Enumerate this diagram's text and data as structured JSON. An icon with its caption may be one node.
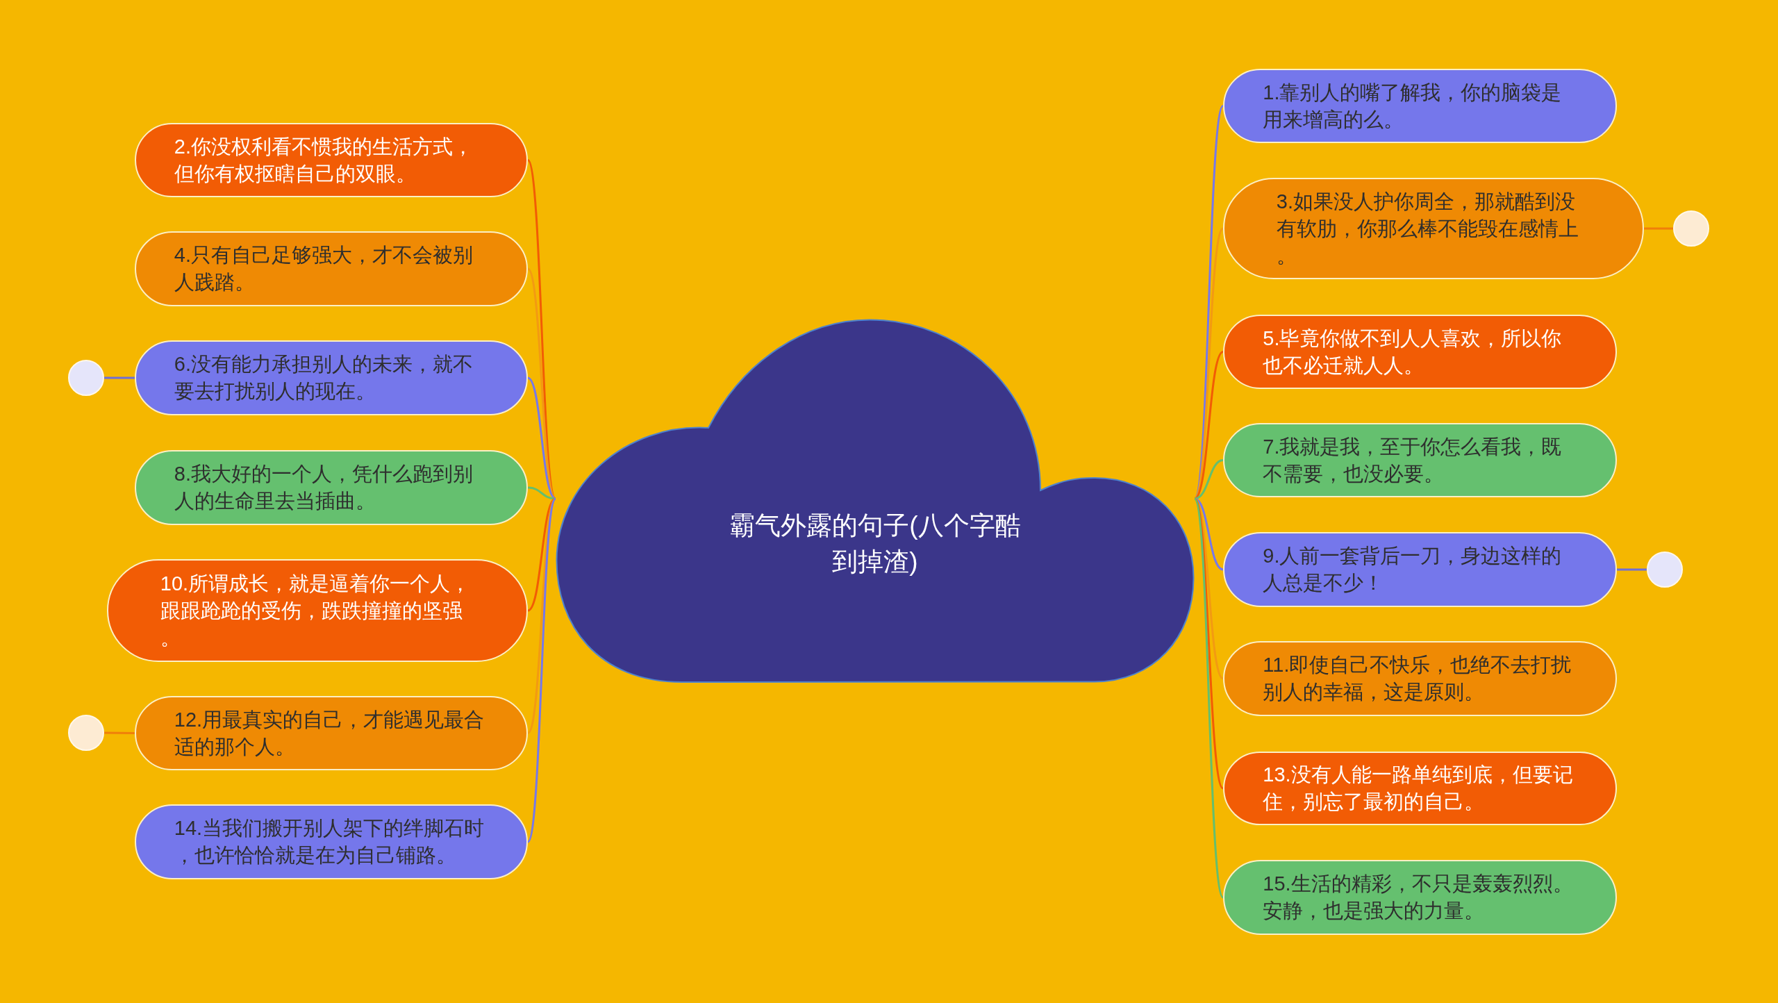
{
  "diagram": {
    "nodes": [
      {
        "text": [
          "霸气外露的句子(八个字酷到掉渣)"
        ]
      },
      {
        "text": [
          "1.靠别人的嘴了解我，你的脑袋是用来增高的么。"
        ]
      },
      {
        "text": [
          "2.你没权利看不惯我的生活方式，但你有权抠瞎自己的双眼。"
        ]
      },
      {
        "text": [
          "3.如果没人护你周全，那就酷到没有软肋，你那么棒不能毁在感情上。"
        ]
      },
      {
        "text": [
          "4.只有自己足够强大，才不会被别人践踏。"
        ]
      },
      {
        "text": [
          "5.毕竟你做不到人人喜欢，所以你也不必迁就人人。"
        ]
      },
      {
        "text": [
          "6.没有能力承担别人的未来，就不要去打扰别人的现在。"
        ]
      },
      {
        "text": [
          "7.我就是我，至于你怎么看我，既不需要，也没必要。"
        ]
      },
      {
        "text": [
          "8.我大好的一个人，凭什么跑到别人的生命里去当插曲。"
        ]
      },
      {
        "text": [
          "9.人前一套背后一刀，身边这样的人总是不少！"
        ]
      },
      {
        "text": [
          "10.所谓成长，就是逼着你一个人，跟跟跄跄的受伤，跌跌撞撞的坚强。"
        ]
      },
      {
        "text": [
          "11.即使自己不快乐，也绝不去打扰别人的幸福，这是原则。"
        ]
      },
      {
        "text": [
          "12.用最真实的自己，才能遇见最合适的那个人。"
        ]
      },
      {
        "text": [
          "13.没有人能一路单纯到底，但要记住，别忘了最初的自己。"
        ]
      },
      {
        "text": [
          "14.当我们搬开别人架下的绊脚石时，也许恰恰就是在为自己铺路。"
        ]
      },
      {
        "text": [
          "15.生活的精彩，不只是轰轰烈烈。安静，也是强大的力量。"
        ]
      },
      {
        "text": [],
        "shape": "circle"
      },
      {
        "text": [],
        "shape": "circle"
      },
      {
        "text": [],
        "shape": "circle"
      },
      {
        "text": [],
        "shape": "circle"
      }
    ],
    "edges": [
      {
        "from": 0,
        "to": 1,
        "arrow": "none",
        "color": "#7678ea"
      },
      {
        "from": 0,
        "to": 2,
        "arrow": "none",
        "color": "#f25c05"
      },
      {
        "from": 0,
        "to": 3,
        "arrow": "none",
        "color": "#f39a12"
      },
      {
        "from": 0,
        "to": 4,
        "arrow": "none",
        "color": "#f39a12"
      },
      {
        "from": 0,
        "to": 5,
        "arrow": "none",
        "color": "#f25c05"
      },
      {
        "from": 0,
        "to": 6,
        "arrow": "none",
        "color": "#7678ea"
      },
      {
        "from": 0,
        "to": 7,
        "arrow": "none",
        "color": "#64bf6e"
      },
      {
        "from": 0,
        "to": 8,
        "arrow": "none",
        "color": "#64bf6e"
      },
      {
        "from": 0,
        "to": 9,
        "arrow": "none",
        "color": "#7678ea"
      },
      {
        "from": 0,
        "to": 10,
        "arrow": "none",
        "color": "#f25c05"
      },
      {
        "from": 0,
        "to": 11,
        "arrow": "none",
        "color": "#f39a12"
      },
      {
        "from": 0,
        "to": 12,
        "arrow": "none",
        "color": "#f39a12"
      },
      {
        "from": 0,
        "to": 13,
        "arrow": "none",
        "color": "#f25c05"
      },
      {
        "from": 0,
        "to": 14,
        "arrow": "none",
        "color": "#7678ea"
      },
      {
        "from": 0,
        "to": 15,
        "arrow": "none",
        "color": "#64bf6e"
      },
      {
        "from": 3,
        "to": 16,
        "arrow": "none",
        "color": "#f07f0a"
      },
      {
        "from": 6,
        "to": 17,
        "arrow": "none",
        "color": "#6e6fd8"
      },
      {
        "from": 9,
        "to": 18,
        "arrow": "none",
        "color": "#6e6fd8"
      },
      {
        "from": 12,
        "to": 19,
        "arrow": "none",
        "color": "#f07f0a"
      }
    ]
  }
}
